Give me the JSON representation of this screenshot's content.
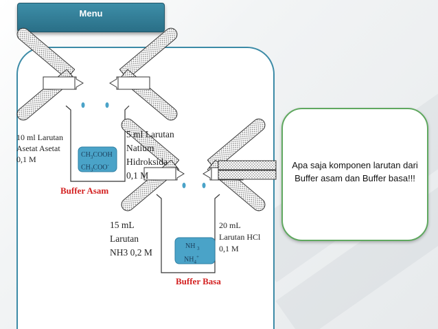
{
  "menu": {
    "label": "Menu"
  },
  "buffer_acid": {
    "title": "Buffer Asam",
    "left_solution": [
      "10 ml Larutan",
      "Asetat Asetat",
      "0,1 M"
    ],
    "right_solution": [
      "5 ml Larutan",
      "Natium",
      "Hidroksida",
      "0,1 M"
    ],
    "components": [
      "CH3COOH",
      "CH3COO-"
    ]
  },
  "buffer_base": {
    "title": "Buffer Basa",
    "left_solution": [
      "15 mL",
      "Larutan",
      "NH3 0,2 M"
    ],
    "right_solution": [
      "20 mL",
      "Larutan HCl",
      "0,1 M"
    ],
    "components": [
      "NH3",
      "NH4+"
    ]
  },
  "question": {
    "text": "Apa saja komponen larutan dari Buffer asam dan Buffer basa!!!"
  },
  "colors": {
    "accent": "#3b8aa6",
    "question_border": "#5fa85f",
    "title_red": "#d32020",
    "liquid": "#4aa3c8"
  }
}
